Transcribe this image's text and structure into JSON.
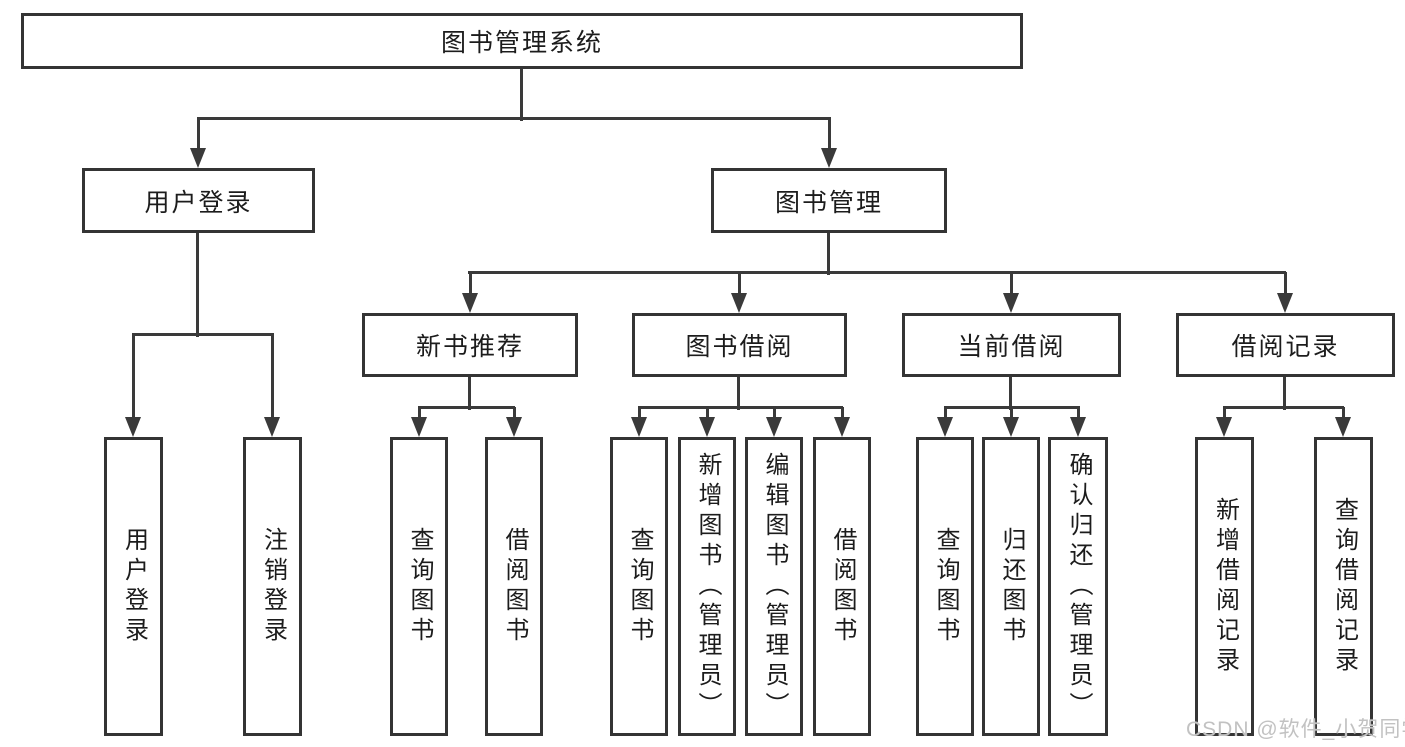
{
  "diagram": {
    "root": {
      "label": "图书管理系统"
    },
    "level2": [
      {
        "label": "用户登录"
      },
      {
        "label": "图书管理"
      }
    ],
    "level3": [
      {
        "label": "新书推荐"
      },
      {
        "label": "图书借阅"
      },
      {
        "label": "当前借阅"
      },
      {
        "label": "借阅记录"
      }
    ],
    "leaves": {
      "user_login": [
        {
          "label": "用户登录"
        },
        {
          "label": "注销登录"
        }
      ],
      "new_book": [
        {
          "label": "查询图书"
        },
        {
          "label": "借阅图书"
        }
      ],
      "book_borrow": [
        {
          "label": "查询图书"
        },
        {
          "label": "新增图书（管理员）"
        },
        {
          "label": "编辑图书（管理员）"
        },
        {
          "label": "借阅图书"
        }
      ],
      "current_borrow": [
        {
          "label": "查询图书"
        },
        {
          "label": "归还图书"
        },
        {
          "label": "确认归还（管理员）"
        }
      ],
      "borrow_records": [
        {
          "label": "新增借阅记录"
        },
        {
          "label": "查询借阅记录"
        }
      ]
    }
  },
  "watermark": {
    "text": "CSDN @软件_小贺同学"
  },
  "colors": {
    "line": "#3a3a3a",
    "border": "#343434",
    "text": "#1c1c1c",
    "background": "#ffffff",
    "watermark": "#c2c2c2"
  }
}
